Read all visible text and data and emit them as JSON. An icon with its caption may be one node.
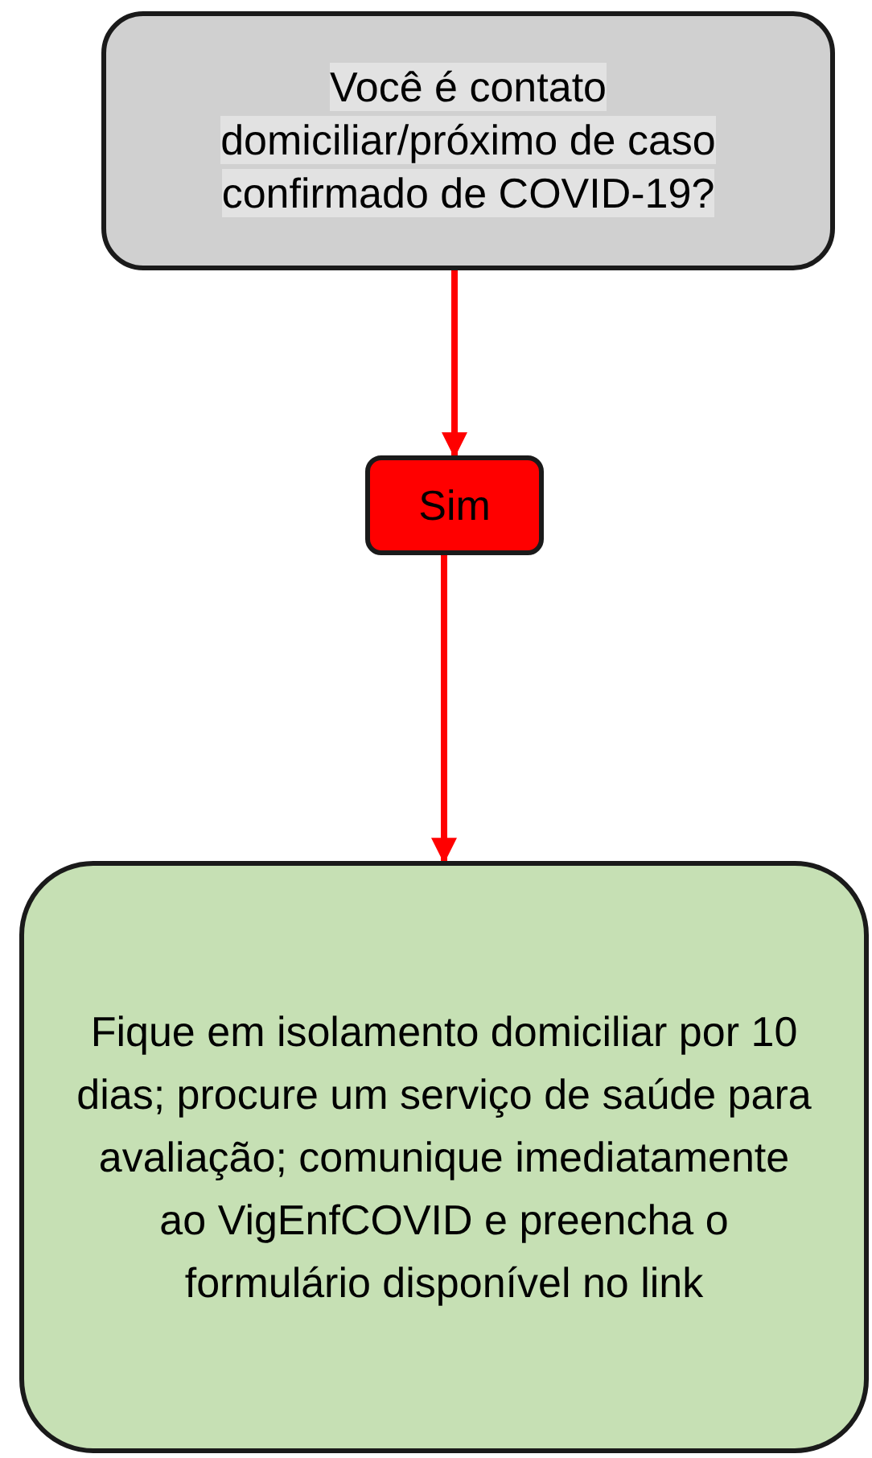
{
  "diagram": {
    "nodes": [
      {
        "text": [
          "Você é contato domiciliar/próximo de caso confirmado de COVID-19?"
        ]
      },
      {
        "text": [
          "Sim"
        ]
      },
      {
        "text": [
          "Fique em isolamento domiciliar por 10 dias; procure um serviço de saúde para avaliação; comunique imediatamente ao VigEnfCOVID e preencha o formulário disponível no link"
        ]
      }
    ],
    "edges": [
      {
        "from": 0,
        "to": 1,
        "arrow": "to",
        "color": "#ff0000"
      },
      {
        "from": 1,
        "to": 2,
        "arrow": "to",
        "color": "#ff0000"
      }
    ]
  }
}
